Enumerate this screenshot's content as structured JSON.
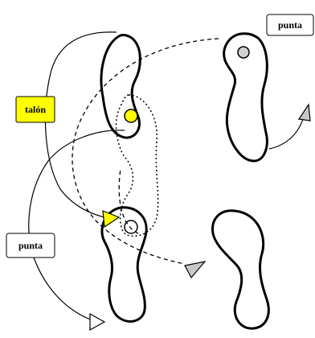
{
  "labels": {
    "heel": "talón",
    "toe_top": "punta",
    "toe_left": "punta"
  },
  "colors": {
    "highlight": "#ffff00",
    "marker_fill": "#d0d0d0",
    "arrowhead": "#c8c8c8",
    "stroke": "#000000"
  }
}
